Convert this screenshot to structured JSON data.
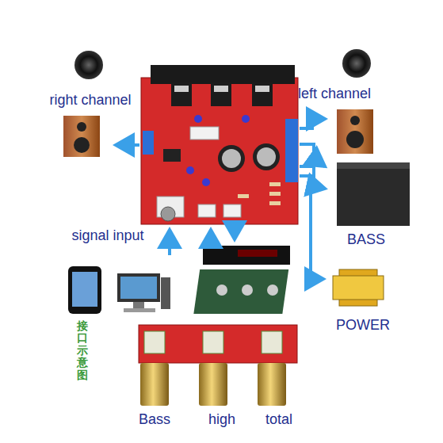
{
  "diagram": {
    "labels": [
      "right channel",
      "left channel",
      "signal input",
      "BASS",
      "POWER",
      "Bass",
      "high",
      "total",
      "接口示意图"
    ]
  }
}
